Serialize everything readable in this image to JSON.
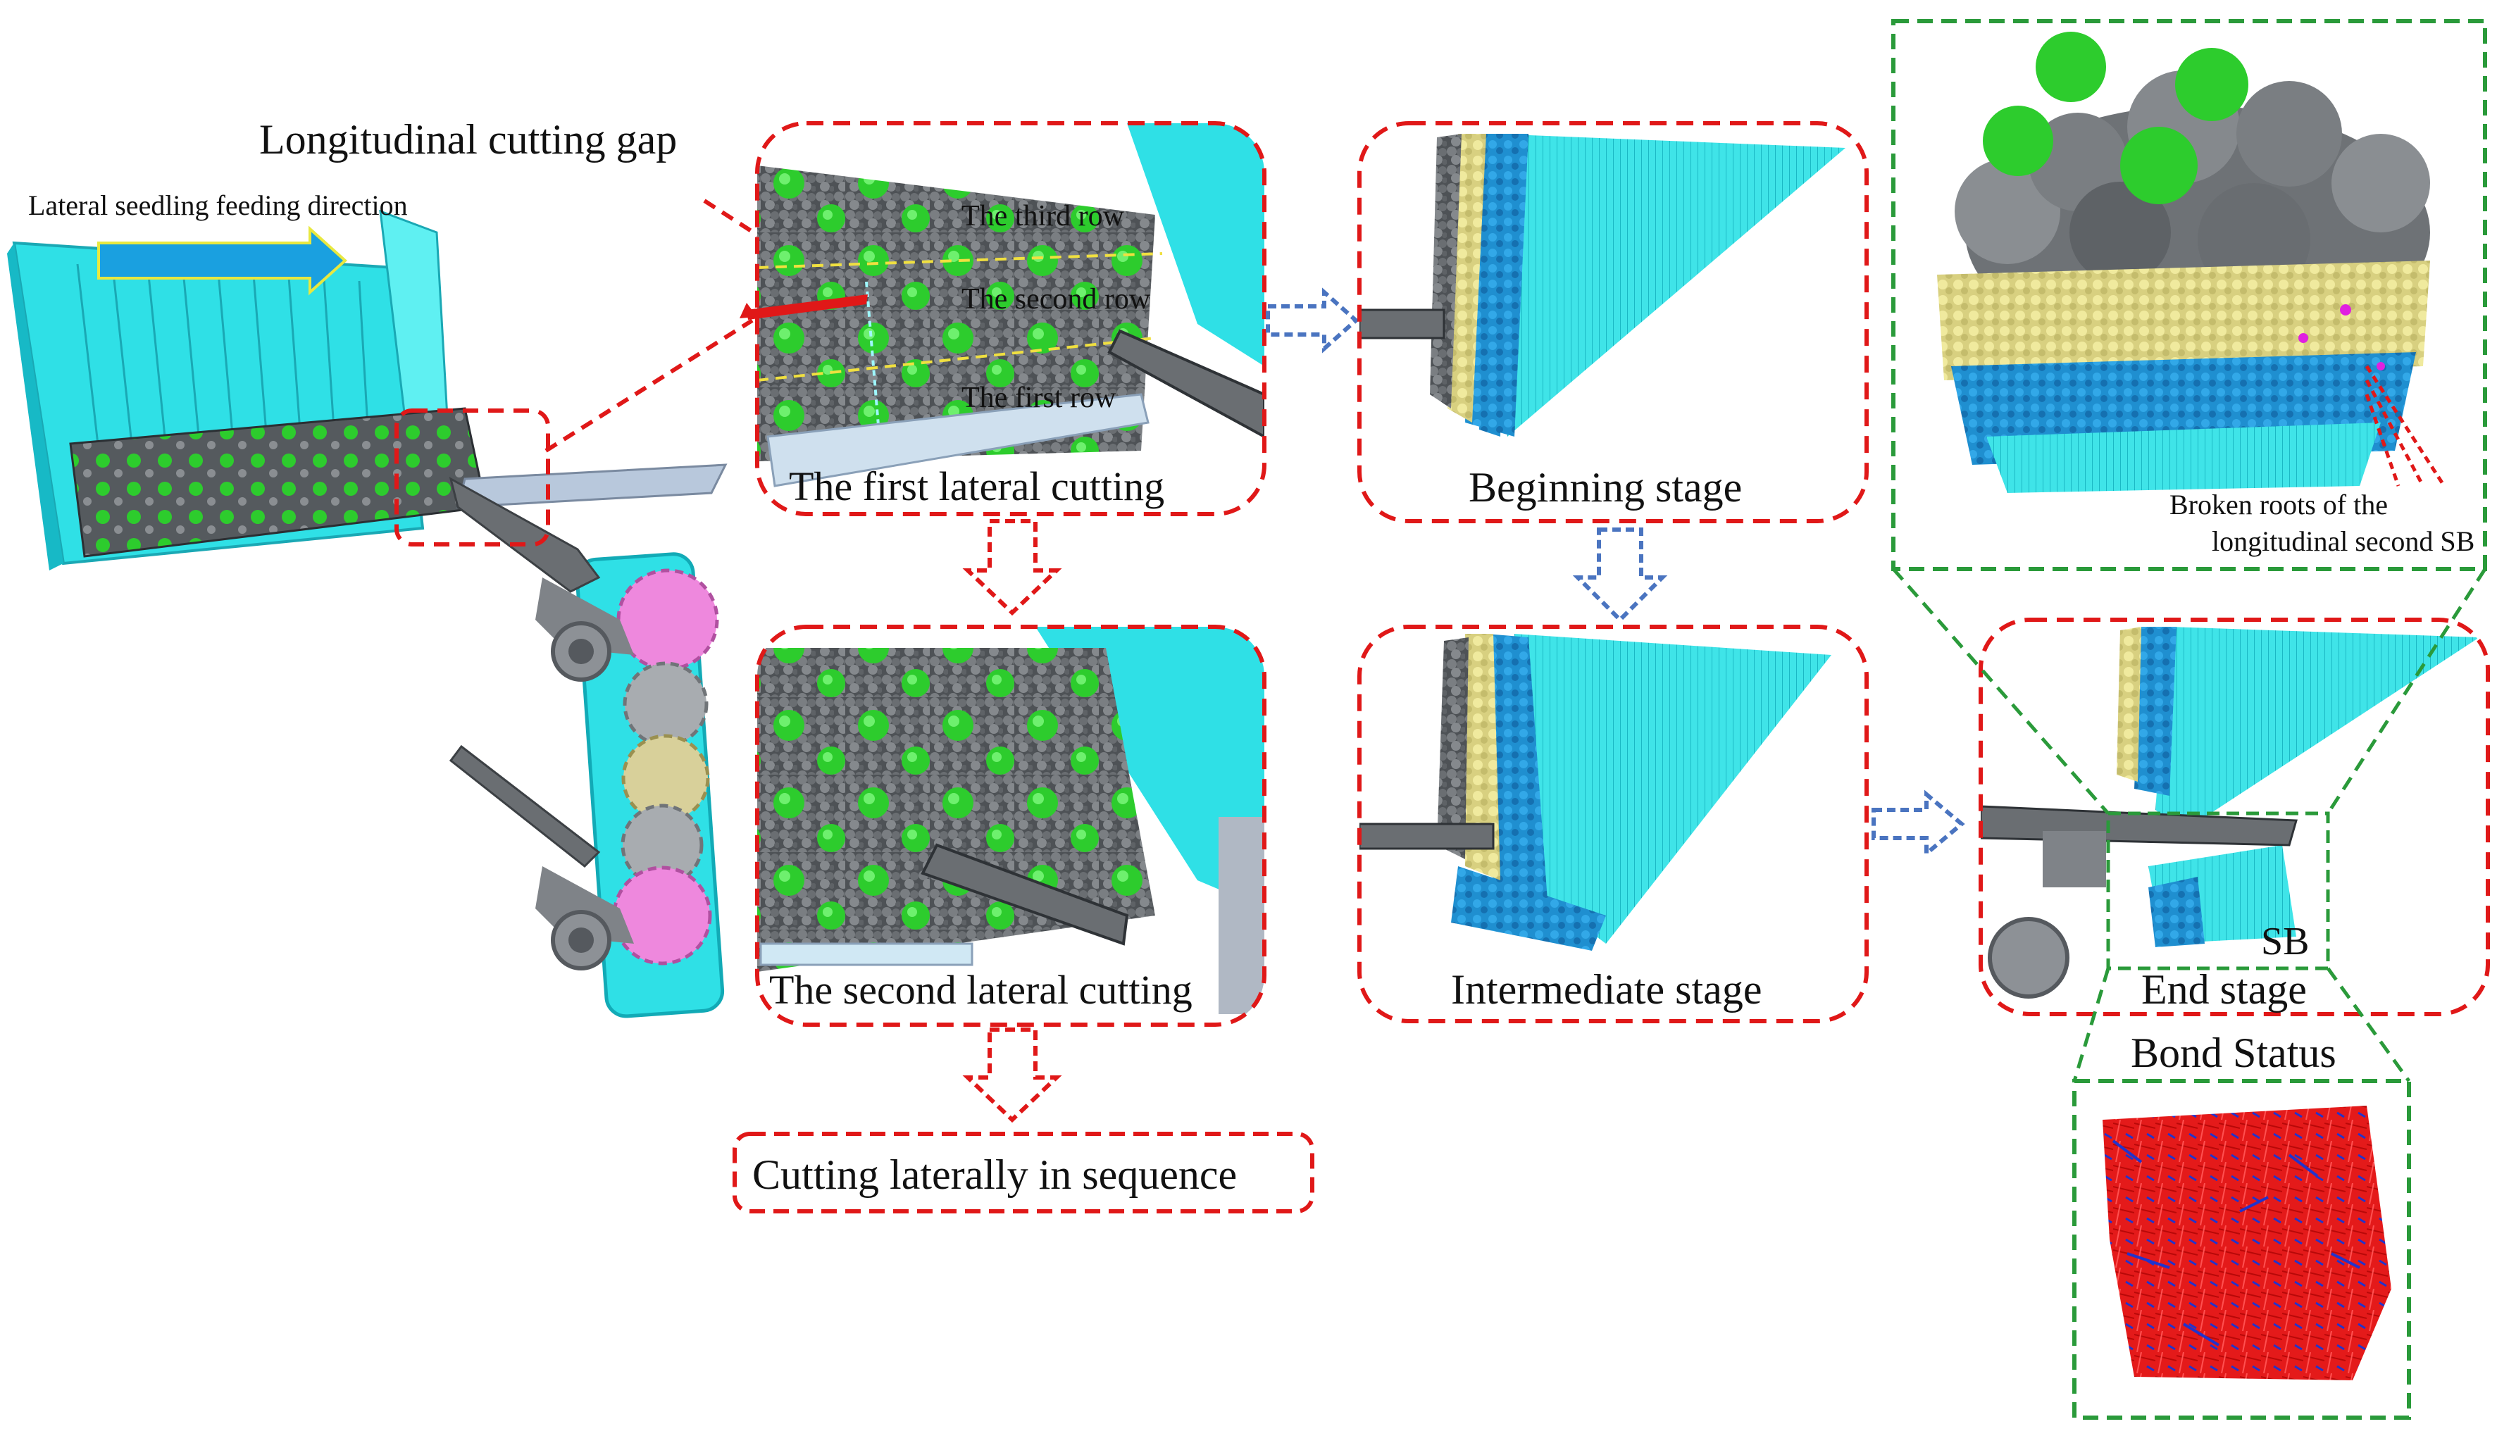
{
  "labels": {
    "longitudinal_gap": "Longitudinal cutting gap",
    "feeding_direction": "Lateral seedling feeding direction",
    "third_row": "The third row",
    "second_row": "The second row",
    "first_row": "The first row",
    "first_lateral_cutting": "The first lateral cutting",
    "second_lateral_cutting": "The second lateral cutting",
    "cutting_in_sequence": "Cutting laterally in sequence",
    "beginning_stage": "Beginning stage",
    "intermediate_stage": "Intermediate stage",
    "end_stage": "End stage",
    "sb": "SB",
    "broken_roots_line1": "Broken roots of the",
    "broken_roots_line2": "longitudinal second SB",
    "bond_status": "Bond Status"
  },
  "colors": {
    "red_dashed_frame": "#e01818",
    "green_dashed_frame": "#2a9a3a",
    "blue_arrow": "#4a74c0",
    "feed_arrow": "#1aa0e0",
    "tray_cyan": "#33e5ea",
    "soil_grey": "#606468",
    "seedling_green": "#2dcc2d",
    "yellow_particle": "#e8e090",
    "blue_particle": "#1e9ad8",
    "bond_red": "#e01818",
    "bond_blue": "#2233cc",
    "gear_pink": "#ee88dd",
    "gear_tan": "#d8d09a",
    "gear_grey": "#a8acb0"
  },
  "icons": [
    "tray-illustration",
    "gear-train-illustration",
    "cutting-needle-illustration",
    "particle-block-illustration",
    "bond-network-illustration"
  ]
}
